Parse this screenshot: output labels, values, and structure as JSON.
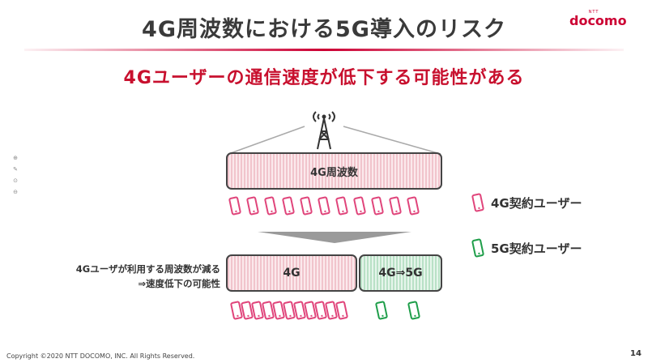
{
  "slide": {
    "title": "4G周波数における5G導入のリスク",
    "subtitle": "4Gユーザーの通信速度が低下する可能性がある",
    "page_number": "14",
    "copyright": "Copyright ©2020 NTT DOCOMO, INC. All Rights Reserved."
  },
  "logo": {
    "small_text": "NTT",
    "main_text": "docomo"
  },
  "diagram": {
    "top_band_label": "4G周波数",
    "bottom_band_4g_label": "4G",
    "bottom_band_5g_label": "4G⇒5G",
    "note_line1": "4Gユーザが利用する周波数が減る",
    "note_line2": "⇒速度低下の可能性"
  },
  "legend": {
    "user_4g": "4G契約ユーザー",
    "user_5g": "5G契約ユーザー"
  },
  "colors": {
    "accent": "#c8102e",
    "user_4g": "#e0457b",
    "user_5g": "#1f9e4a"
  }
}
